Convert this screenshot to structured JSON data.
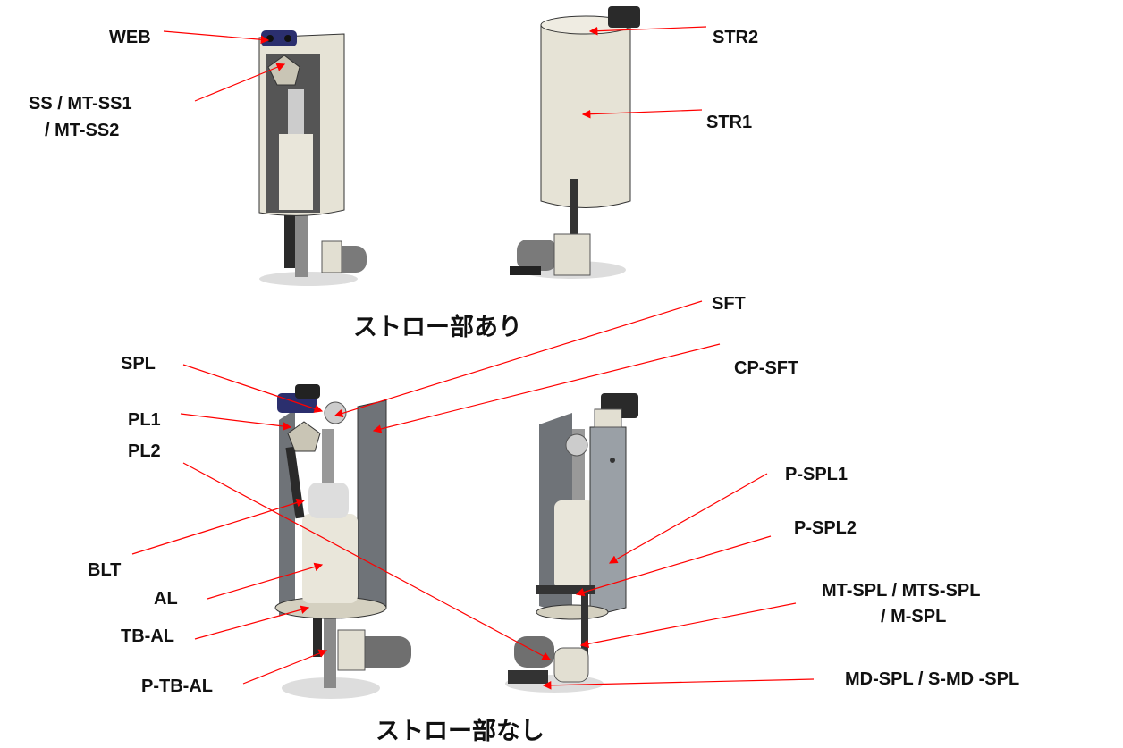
{
  "top_section": {
    "title": "ストロー部あり",
    "labels": {
      "web": "WEB",
      "ss_line1": "SS / MT-SS1",
      "ss_line2": "/ MT-SS2",
      "str2": "STR2",
      "str1": "STR1"
    }
  },
  "bottom_section": {
    "title": "ストロー部なし",
    "labels": {
      "sft": "SFT",
      "cp_sft": "CP-SFT",
      "spl": "SPL",
      "pl1": "PL1",
      "pl2": "PL2",
      "blt": "BLT",
      "al": "AL",
      "tb_al": "TB-AL",
      "p_tb_al": "P-TB-AL",
      "p_spl1": "P-SPL1",
      "p_spl2": "P-SPL2",
      "mt_spl_line1": "MT-SPL / MTS-SPL",
      "mt_spl_line2": "/ M-SPL",
      "md_spl": "MD-SPL / S-MD -SPL"
    }
  },
  "colors": {
    "arrow": "#ff0000",
    "body": "#e6e3d6",
    "frame": "#6f7378",
    "webcam": "#2b2f6e"
  }
}
